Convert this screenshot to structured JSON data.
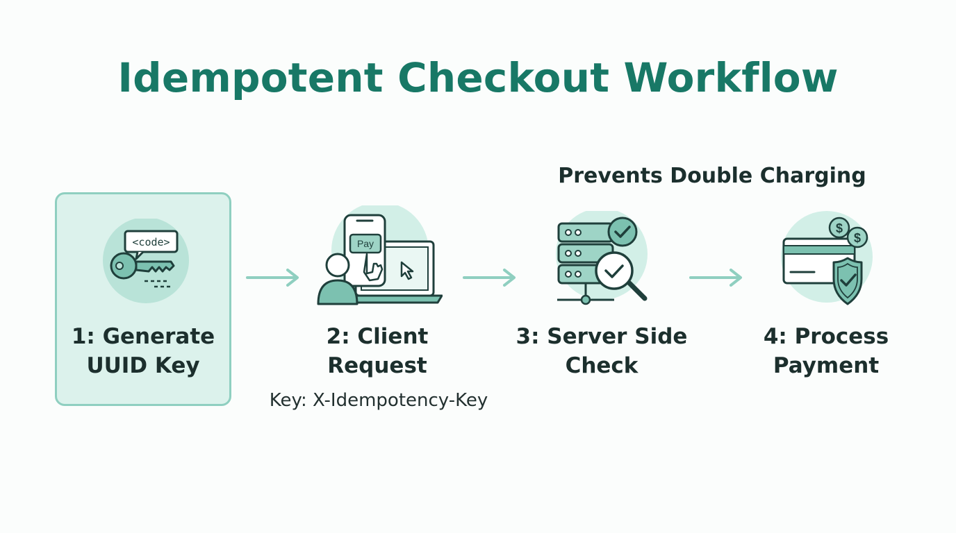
{
  "title": "Idempotent Checkout Workflow",
  "note": "Prevents Double Charging",
  "steps": [
    {
      "line1": "1: Generate",
      "line2": "UUID Key",
      "icon": "key-code-icon",
      "icon_text": "<code>",
      "highlighted": true
    },
    {
      "line1": "2: Client",
      "line2": "Request",
      "icon": "phone-pay-icon",
      "icon_text": "Pay",
      "highlighted": false
    },
    {
      "line1": "3: Server Side",
      "line2": "Check",
      "icon": "server-check-icon",
      "highlighted": false
    },
    {
      "line1": "4: Process",
      "line2": "Payment",
      "icon": "card-shield-icon",
      "highlighted": false
    }
  ],
  "step2_sublabel": "Key: X-Idempotency-Key",
  "colors": {
    "title": "#187866",
    "accent": "#8fcfc0",
    "highlight_bg": "#dcf2ec",
    "icon_circle": "#d2efe7",
    "icon_stroke": "#1f3f3b"
  }
}
